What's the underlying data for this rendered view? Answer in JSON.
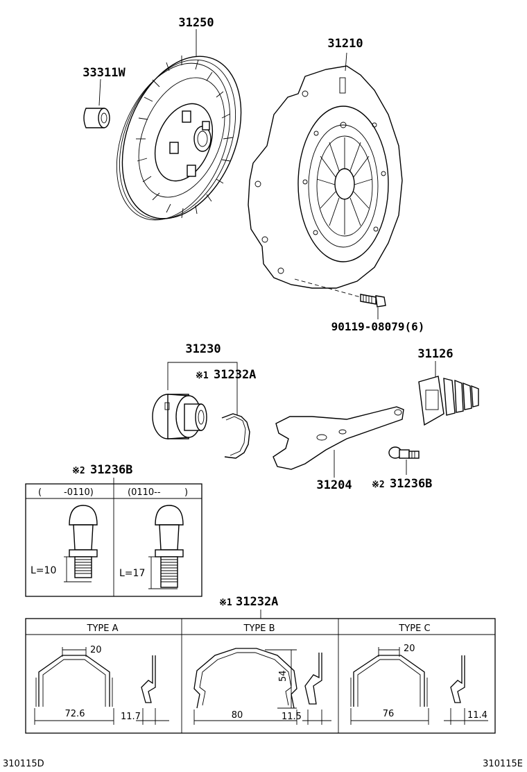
{
  "parts": {
    "clutch_disc": "31250",
    "pilot_bearing": "33311W",
    "clutch_cover": "31210",
    "cover_bolt": "90119-08079(6)",
    "release_bearing_assy": "31230",
    "release_bearing_clip": "31232A",
    "release_fork_boot": "31126",
    "release_fork": "31204",
    "fork_support": "31236B"
  },
  "markers": {
    "note1": "※1",
    "note2": "※2"
  },
  "support_variants": {
    "ref": "31236B",
    "col1": {
      "range_open": "(",
      "range_value": "-0110)",
      "length": "L=10"
    },
    "col2": {
      "range_open": "(0110--",
      "range_close": ")",
      "length": "L=17"
    }
  },
  "clip_types": {
    "ref": "31232A",
    "types": [
      {
        "name": "TYPE A",
        "top": "20",
        "width": "72.6",
        "depth": "11.7"
      },
      {
        "name": "TYPE B",
        "height": "54",
        "width": "80",
        "depth": "11.5"
      },
      {
        "name": "TYPE C",
        "top": "20",
        "width": "76",
        "depth": "11.4"
      }
    ]
  },
  "footer": {
    "left_code": "310115D",
    "right_code": "310115E"
  }
}
